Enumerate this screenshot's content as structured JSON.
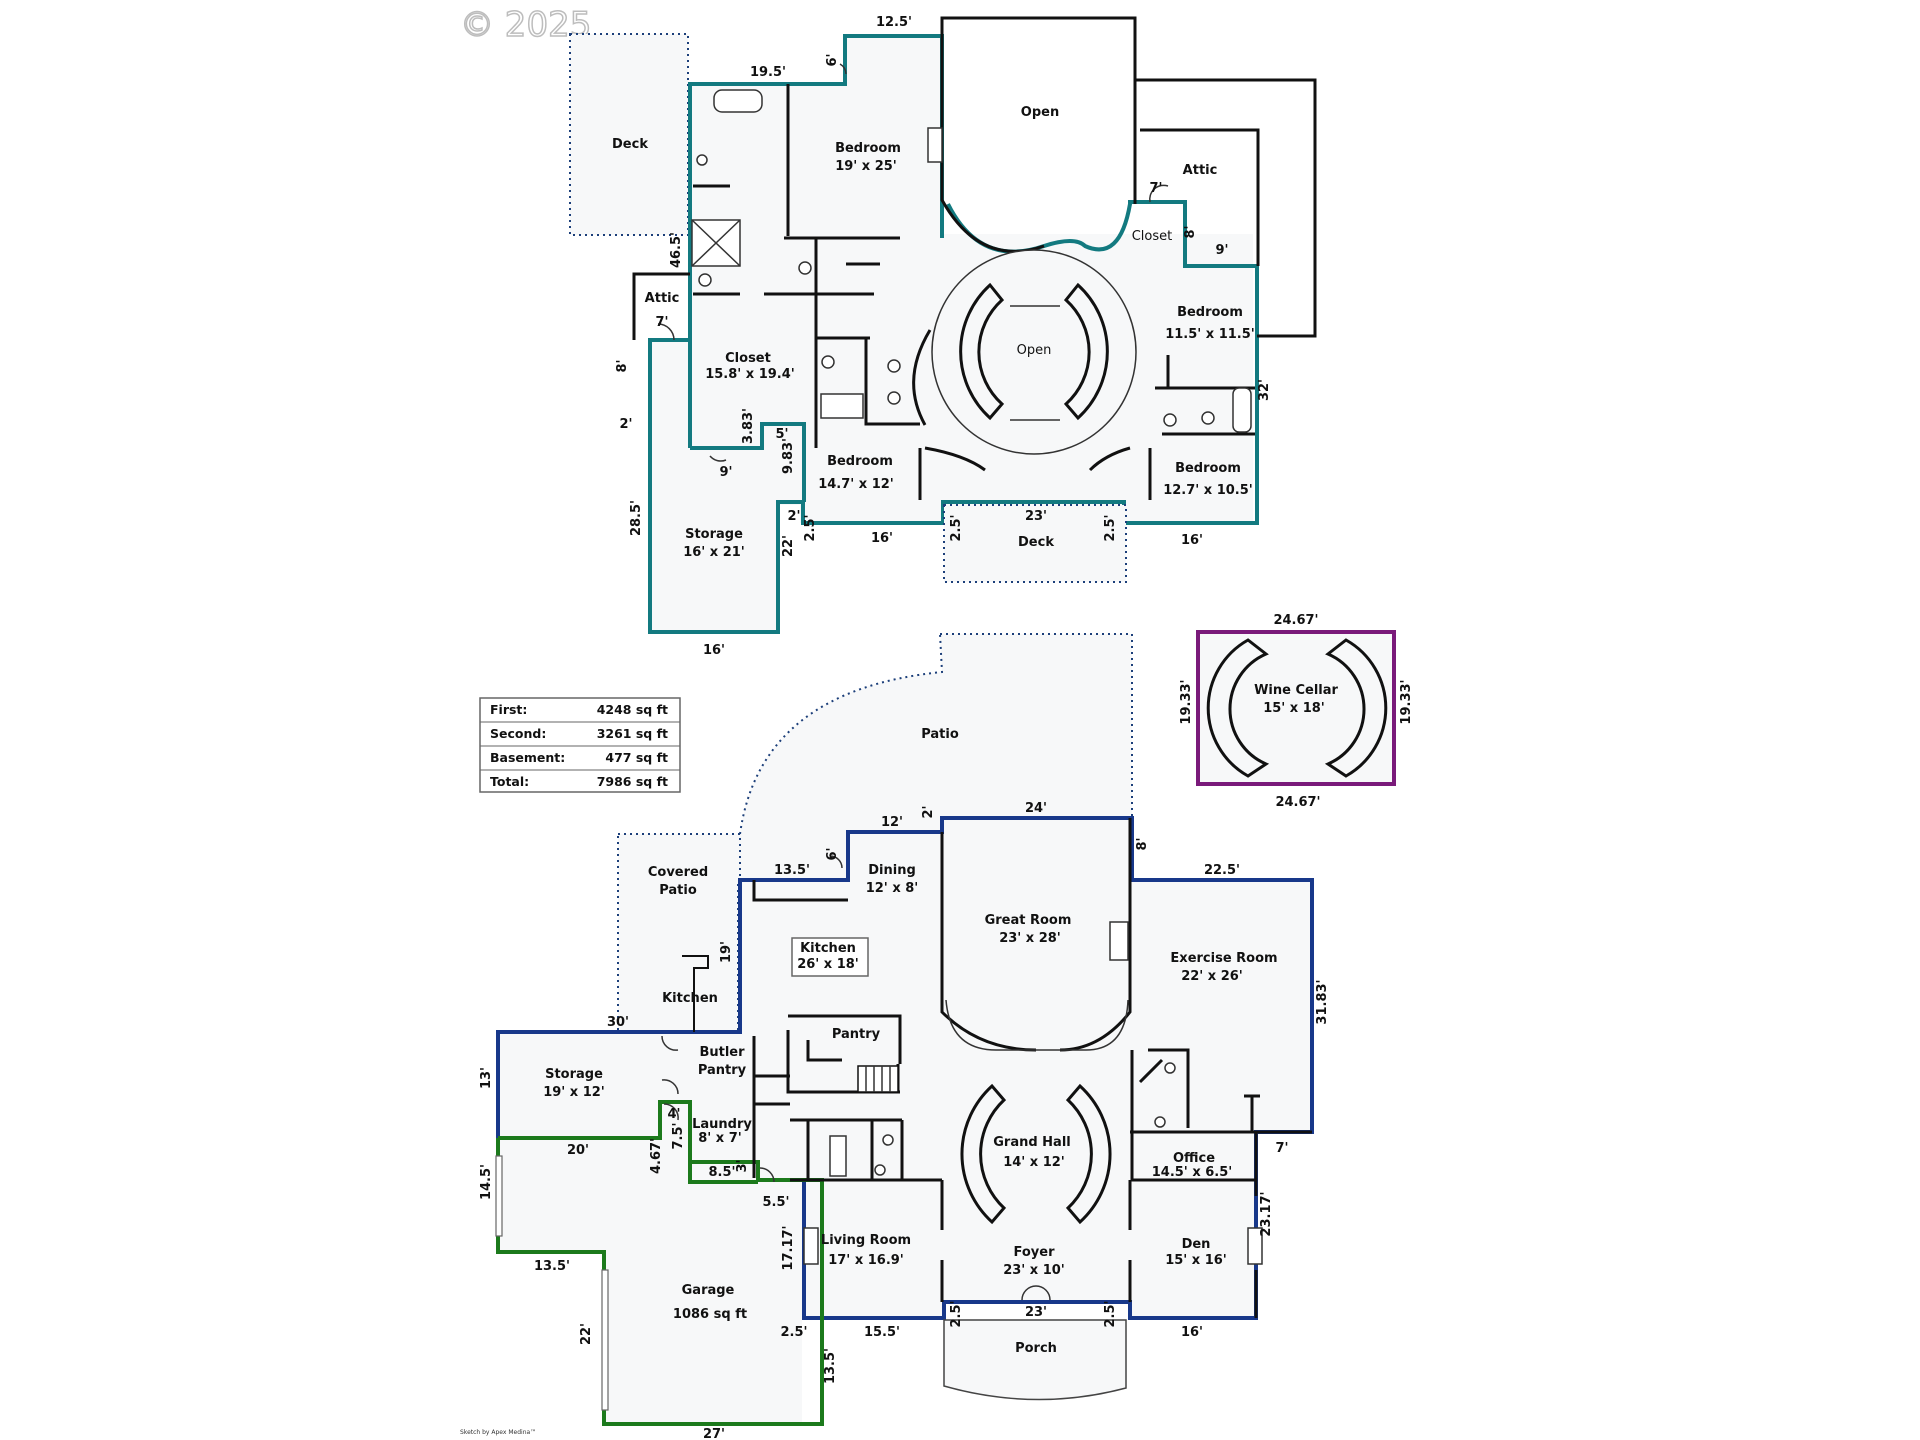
{
  "watermark": "© 2025",
  "credit": "Sketch by Apex Medina™",
  "area_summary": [
    {
      "label": "First:",
      "value": "4248 sq ft"
    },
    {
      "label": "Second:",
      "value": "3261 sq ft"
    },
    {
      "label": "Basement:",
      "value": "477 sq ft"
    },
    {
      "label": "Total:",
      "value": "7986 sq ft"
    }
  ],
  "colors": {
    "second_floor": "#137a80",
    "first_floor": "#18388a",
    "garage": "#1c7a1c",
    "basement": "#7a1a7a"
  },
  "second_floor": {
    "rooms": {
      "deck_top": "Deck",
      "bed1_name": "Bedroom",
      "bed1_size": "19' x 25'",
      "open1": "Open",
      "attic_r": "Attic",
      "closet_r": "Closet",
      "attic_l": "Attic",
      "closet_name": "Closet",
      "closet_size": "15.8' x 19.4'",
      "open2": "Open",
      "bed2_name": "Bedroom",
      "bed2_size": "11.5' x 11.5'",
      "bed3_name": "Bedroom",
      "bed3_size": "14.7' x 12'",
      "bed4_name": "Bedroom",
      "bed4_size": "12.7' x 10.5'",
      "storage_name": "Storage",
      "storage_size": "16' x 21'",
      "deck_bottom": "Deck"
    },
    "dims": {
      "d1": "12.5'",
      "d2": "19.5'",
      "d3": "6'",
      "d4": "7'",
      "d5": "8'",
      "d6": "9'",
      "d7": "46.5'",
      "d8": "7'",
      "d9": "8'",
      "d10": "2'",
      "d11": "32'",
      "d12": "3.83'",
      "d13": "5'",
      "d14": "9'",
      "d15": "9.83'",
      "d16": "2'",
      "d17": "28.5'",
      "d18": "2.5'",
      "d19": "22'",
      "d20": "16'",
      "d21": "2.5'",
      "d22": "23'",
      "d23": "2.5'",
      "d24": "16'",
      "d25": "16'"
    }
  },
  "basement": {
    "name": "Wine Cellar",
    "size": "15' x 18'",
    "dims": {
      "top": "24.67'",
      "bottom": "24.67'",
      "left": "19.33'",
      "right": "19.33'"
    }
  },
  "first_floor": {
    "rooms": {
      "patio": "Patio",
      "covered_patio_1": "Covered",
      "covered_patio_2": "Patio",
      "outdoor_kitchen": "Kitchen",
      "dining_name": "Dining",
      "dining_size": "12' x 8'",
      "great_name": "Great Room",
      "great_size": "23' x 28'",
      "kitchen_name": "Kitchen",
      "kitchen_size": "26' x 18'",
      "exercise_name": "Exercise Room",
      "exercise_size": "22' x 26'",
      "pantry": "Pantry",
      "butler_1": "Butler",
      "butler_2": "Pantry",
      "storage_name": "Storage",
      "storage_size": "19' x 12'",
      "laundry_name": "Laundry",
      "laundry_size": "8' x 7'",
      "grand_name": "Grand Hall",
      "grand_size": "14' x 12'",
      "office_name": "Office",
      "office_size": "14.5' x 6.5'",
      "living_name": "Living Room",
      "living_size": "17' x 16.9'",
      "foyer_name": "Foyer",
      "foyer_size": "23' x 10'",
      "den_name": "Den",
      "den_size": "15' x 16'",
      "garage_name": "Garage",
      "garage_size": "1086 sq ft",
      "porch": "Porch"
    },
    "dims": {
      "e1": "24'",
      "e2": "12'",
      "e3": "2'",
      "e4": "8'",
      "e5": "13.5'",
      "e6": "6'",
      "e7": "22.5'",
      "e8": "19'",
      "e9": "31.83'",
      "e10": "30'",
      "e11": "13'",
      "e12": "4'",
      "e13": "7.5'",
      "e14": "20'",
      "e15": "4.67'",
      "e16": "8.5'",
      "e17": "3'",
      "e18": "7'",
      "e19": "14.5'",
      "e20": "5.5'",
      "e21": "17.17'",
      "e22": "23.17'",
      "e23": "13.5'",
      "e24": "2.5'",
      "e25": "23'",
      "e26": "2.5'",
      "e27": "15.5'",
      "e28": "16'",
      "e29": "22'",
      "e30": "2.5'",
      "e31": "13.5'",
      "e32": "27'"
    }
  }
}
